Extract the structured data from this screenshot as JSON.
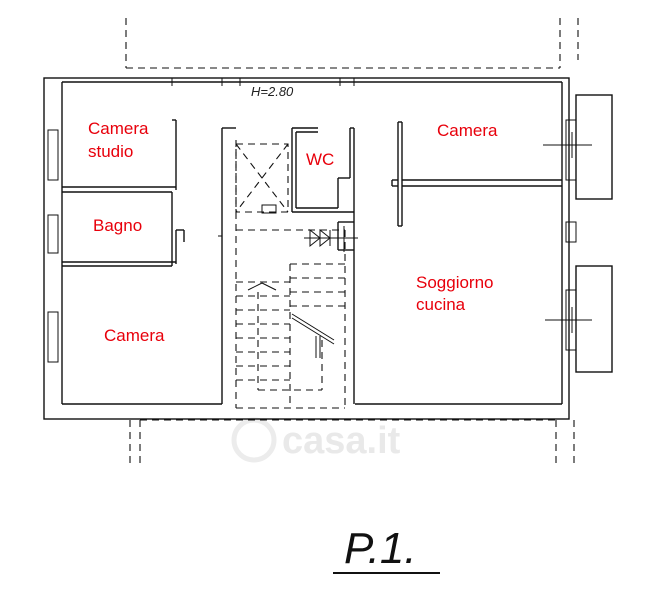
{
  "plan": {
    "height_note": "H=2.80",
    "floor_label": "P.1.",
    "watermark": "casa.it",
    "rooms": {
      "camera_studio_line1": "Camera",
      "camera_studio_line2": "studio",
      "bagno": "Bagno",
      "camera_left": "Camera",
      "wc": "WC",
      "camera_right": "Camera",
      "soggiorno_line1": "Soggiorno",
      "soggiorno_line2": "cucina"
    },
    "colors": {
      "room_text": "#e8000b",
      "lines": "#111111"
    }
  }
}
